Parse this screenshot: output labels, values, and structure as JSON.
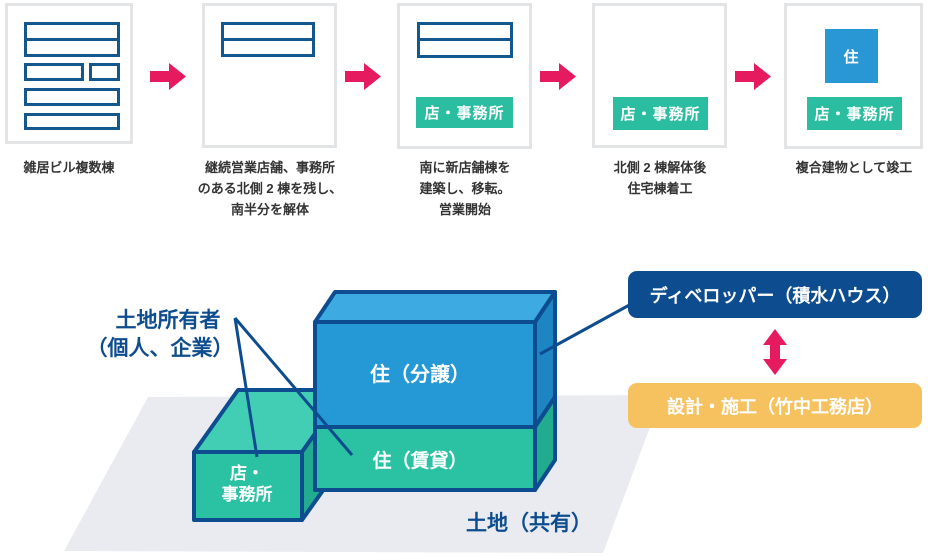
{
  "process_flow": {
    "steps": [
      {
        "id": "step-1",
        "caption_lines": [
          "雑居ビル複数棟"
        ]
      },
      {
        "id": "step-2",
        "caption_lines": [
          "継続営業店舗、事務所",
          "のある北側 2 棟を残し、",
          "南半分を解体"
        ]
      },
      {
        "id": "step-3",
        "caption_lines": [
          "南に新店舗棟を",
          "建築し、移転。",
          "営業開始"
        ],
        "shop_label": "店・事務所"
      },
      {
        "id": "step-4",
        "caption_lines": [
          "北側 2 棟解体後",
          "住宅棟着工"
        ],
        "shop_label": "店・事務所"
      },
      {
        "id": "step-5",
        "caption_lines": [
          "複合建物として竣工"
        ],
        "residence_label": "住",
        "shop_label": "店・事務所"
      }
    ]
  },
  "ownership_diagram": {
    "land_owner_line1": "土地所有者",
    "land_owner_line2": "（個人、企業）",
    "residence_sale_label": "住（分譲）",
    "residence_rental_label": "住（賃貸）",
    "shop_office_line1": "店・",
    "shop_office_line2": "事務所",
    "land_shared_label": "土地（共有）",
    "developer_label": "ディベロッパー（積水ハウス）",
    "designer_label": "設計・施工（竹中工務店）"
  },
  "colors": {
    "navy": "#0d4d8f",
    "bar_outline_blue": "#14568e",
    "blue_fill": "#2598d6",
    "teal_fill": "#2bc1a3",
    "chip_green": "#2bbd9f",
    "chip_blue": "#2a97d5",
    "crimson_arrow": "#e61a5e",
    "orange_fill": "#f6c260",
    "ground_gray": "#e9ebf1",
    "caption_text": "#333333",
    "panel_border": "#e3e4e6"
  }
}
